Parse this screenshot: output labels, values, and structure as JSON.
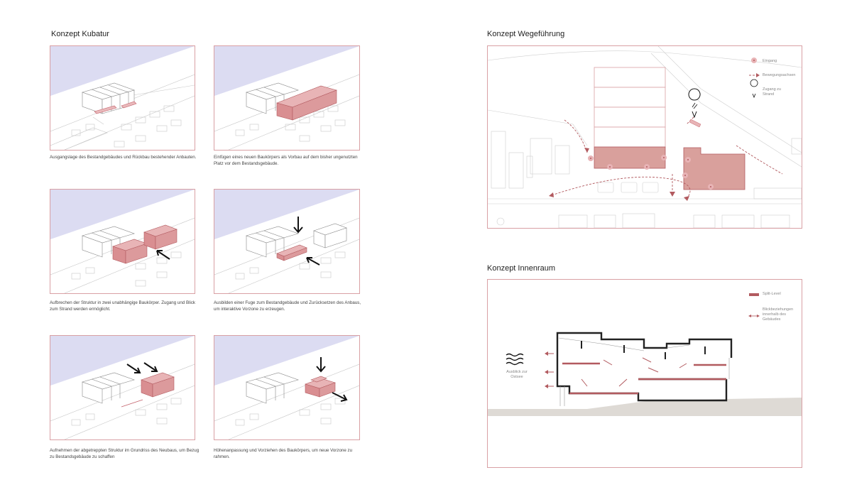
{
  "kubatur": {
    "title": "Konzept Kubatur",
    "steps": [
      {
        "caption": "Ausgangslage des Bestandgebäudes und Rückbau bestehender Anbauten."
      },
      {
        "caption": "Einfügen eines neuen Baukörpers als Vorbau auf dem bisher ungenutzten Platz vor dem Bestandsgebäude."
      },
      {
        "caption": "Aufbrechen der Struktur in zwei unabhängige Baukörper. Zugang und Blick zum Strand werden ermöglicht."
      },
      {
        "caption": "Ausbilden einer Fuge zum Bestandgebäude und Zurücksetzen des Anbaus, um interaktive Vorzone zu erzeugen."
      },
      {
        "caption": "Aufnehmen der abgetreppten Struktur im Grundriss des Neubaus, um Bezug zu Bestandsgebäude zu schaffen"
      },
      {
        "caption": "Höhenanpassung und Vorziehen des Baukörpers, um neue Vorzone zu rahmen."
      }
    ]
  },
  "wege": {
    "title": "Konzept Wegeführung",
    "legend": {
      "entrance": "Eingang",
      "movement": "Bewegungsachsen",
      "beach": "Zugang zu Strand"
    }
  },
  "innen": {
    "title": "Konzept Innenraum",
    "legend": {
      "split": "Split-Level",
      "views": "Blickbeziehungen innerhalb des Gebäudes"
    },
    "view_label": "Ausblick zur Ostsee"
  },
  "colors": {
    "accent": "#b25a5f",
    "fill": "#dc9a9c",
    "frame": "#d9a0a4",
    "sky": "#dcdcf2",
    "ground": "#dedad5",
    "line": "#9a9a9a"
  }
}
